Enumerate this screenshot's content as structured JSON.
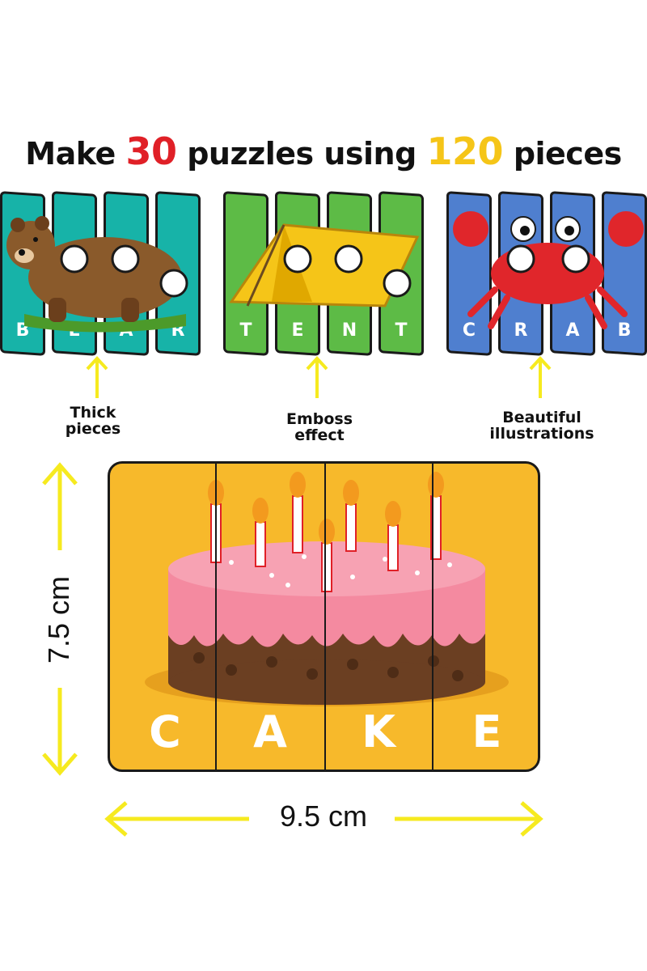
{
  "headline": {
    "part1": "Make",
    "num1": "30",
    "part2": "puzzles using",
    "num2": "120",
    "part3": "pieces"
  },
  "puzzles": [
    {
      "word": "BEAR",
      "letters": [
        "B",
        "E",
        "A",
        "R"
      ],
      "color": "#17b3a8",
      "picture": "bear-illustration"
    },
    {
      "word": "TENT",
      "letters": [
        "T",
        "E",
        "N",
        "T"
      ],
      "color": "#5dbb46",
      "picture": "tent-illustration"
    },
    {
      "word": "CRAB",
      "letters": [
        "C",
        "R",
        "A",
        "B"
      ],
      "color": "#4f7fcf",
      "picture": "crab-illustration"
    }
  ],
  "features": {
    "thick_line1": "Thick",
    "thick_line2": "pieces",
    "emboss_line1": "Emboss",
    "emboss_line2": "effect",
    "beautiful_line1": "Beautiful",
    "beautiful_line2": "illustrations"
  },
  "cake_puzzle": {
    "letters": [
      "C",
      "A",
      "K",
      "E"
    ],
    "color": "#f7b92b",
    "picture": "cake-illustration"
  },
  "dimensions": {
    "height": "7.5 cm",
    "width": "9.5 cm"
  },
  "colors": {
    "accent_red": "#e02027",
    "accent_yellow": "#f5c518",
    "arrow_yellow": "#f6ea1f"
  }
}
